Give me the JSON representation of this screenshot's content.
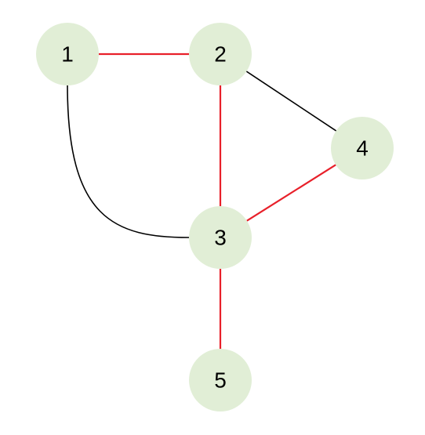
{
  "colors": {
    "node_fill": "#e1eed6",
    "edge_default": "#000000",
    "edge_highlight": "#e8202a",
    "background": "#ffffff"
  },
  "nodes": [
    {
      "id": "1",
      "label": "1"
    },
    {
      "id": "2",
      "label": "2"
    },
    {
      "id": "3",
      "label": "3"
    },
    {
      "id": "4",
      "label": "4"
    },
    {
      "id": "5",
      "label": "5"
    }
  ],
  "edges": [
    {
      "from": "1",
      "to": "2",
      "highlighted": true
    },
    {
      "from": "2",
      "to": "3",
      "highlighted": true
    },
    {
      "from": "2",
      "to": "4",
      "highlighted": false
    },
    {
      "from": "1",
      "to": "3",
      "highlighted": false
    },
    {
      "from": "4",
      "to": "3",
      "highlighted": true
    },
    {
      "from": "3",
      "to": "5",
      "highlighted": true
    }
  ]
}
